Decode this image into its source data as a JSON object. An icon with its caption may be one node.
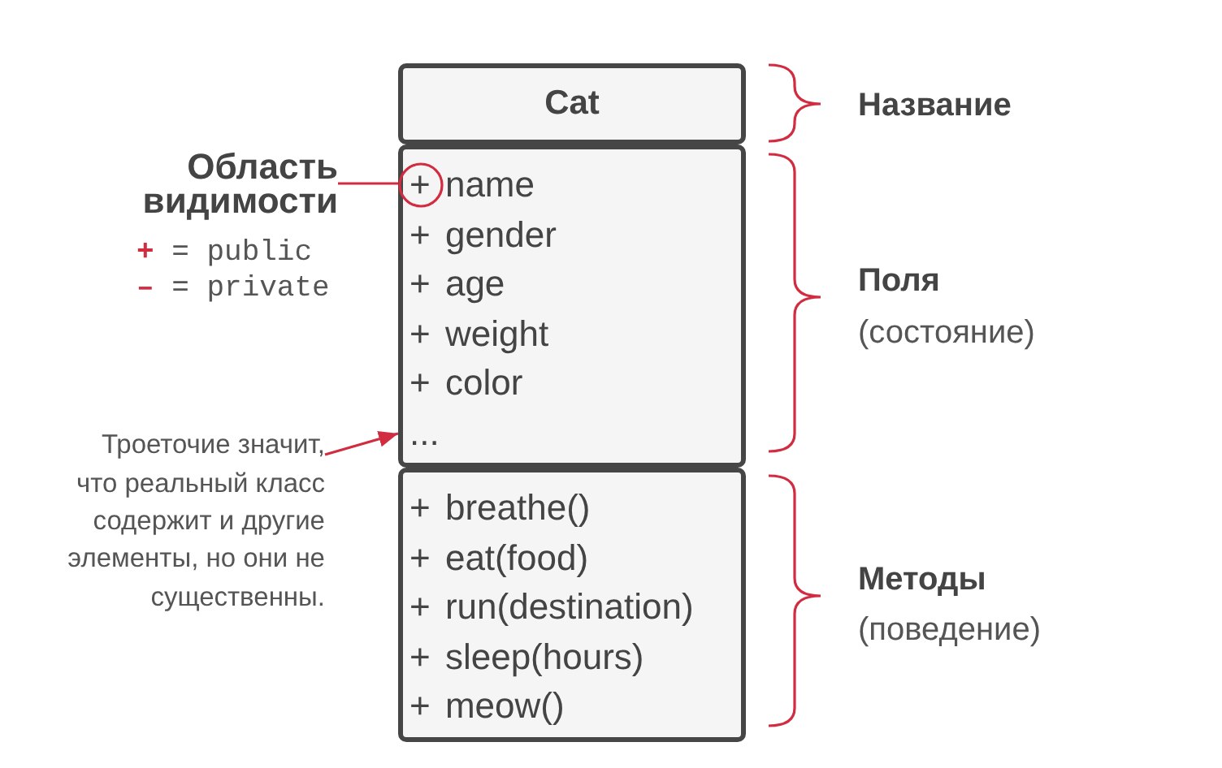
{
  "diagram": {
    "nodes": [
      {
        "text": [
          "Cat"
        ]
      },
      {
        "text": [
          "Область видимости"
        ]
      },
      {
        "text": [
          "+ name",
          "+ gender",
          "+ age",
          "+ weight",
          "+ color",
          "..."
        ]
      },
      {
        "text": [],
        "shape": "circle",
        "in": 2
      },
      {
        "text": [
          "Троеточие значит, что реальный класс содержит и другие элементы, но они не существенны."
        ]
      },
      {
        "text": [
          "+ breathe()",
          "+ eat(food)",
          "+ run(destination)",
          "+ sleep(hours)",
          "+ meow()"
        ]
      }
    ],
    "edges": [
      {
        "from": 1,
        "to": 3,
        "arrow": "none"
      },
      {
        "from": 4,
        "to": 2,
        "arrow": "to"
      }
    ],
    "labels": [
      "Название",
      "+ = public",
      "– = private",
      "Поля",
      "(состояние)",
      "Методы",
      "(поведение)"
    ]
  }
}
